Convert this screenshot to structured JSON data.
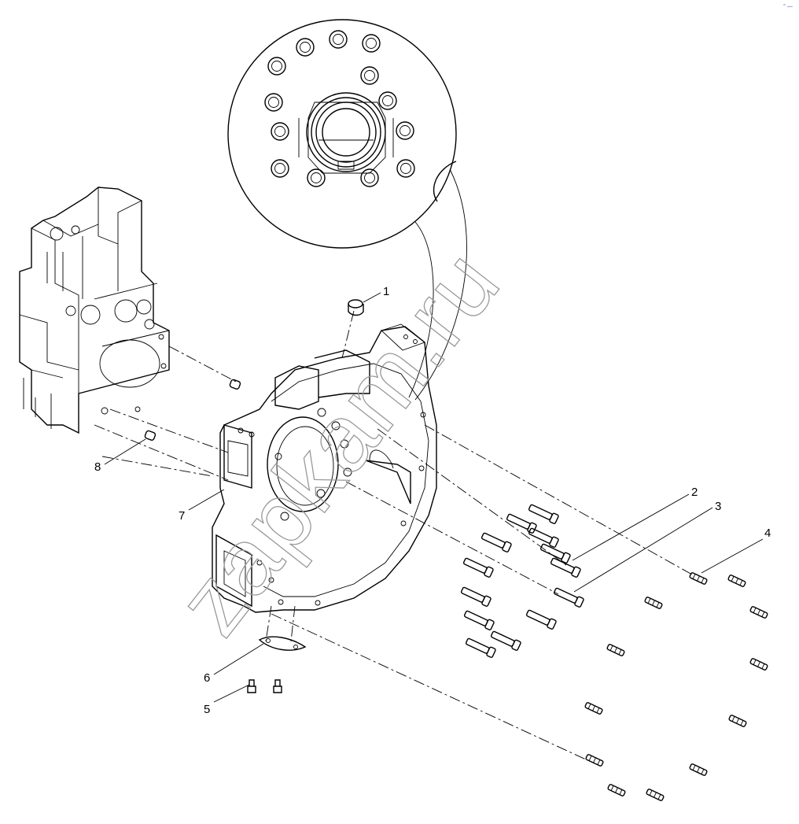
{
  "watermark": "zapkam.ru",
  "corner_mark": "° —",
  "callouts": [
    {
      "label": "1",
      "part": "plug"
    },
    {
      "label": "2",
      "part": "bolt"
    },
    {
      "label": "3",
      "part": "bolt"
    },
    {
      "label": "4",
      "part": "stud"
    },
    {
      "label": "5",
      "part": "screw"
    },
    {
      "label": "6",
      "part": "cover plate"
    },
    {
      "label": "7",
      "part": "flywheel housing"
    },
    {
      "label": "8",
      "part": "dowel pin"
    }
  ],
  "colors": {
    "ink": "#000000",
    "watermark": "#9a9a9a",
    "background": "#ffffff"
  }
}
